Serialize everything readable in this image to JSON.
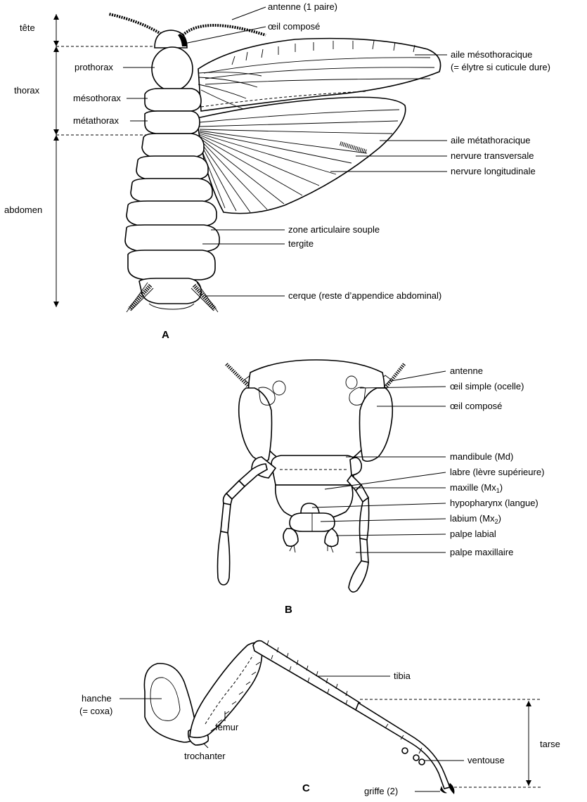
{
  "figure_a": {
    "label": "A",
    "regions": {
      "tete": "tête",
      "thorax": "thorax",
      "abdomen": "abdomen"
    },
    "left_labels": {
      "prothorax": "prothorax",
      "mesothorax": "mésothorax",
      "metathorax": "métathorax"
    },
    "right_labels": {
      "antenne": "antenne (1 paire)",
      "oeil": "œil composé",
      "aile_meso_1": "aile mésothoracique",
      "aile_meso_2": "(= élytre si cuticule dure)",
      "aile_meta": "aile métathoracique",
      "nervure_transversale": "nervure transversale",
      "nervure_longitudinale": "nervure longitudinale",
      "zone_articulaire": "zone articulaire souple",
      "tergite": "tergite",
      "cerque": "cerque (reste d’appendice abdominal)"
    }
  },
  "figure_b": {
    "label": "B",
    "labels": {
      "antenne": "antenne",
      "oeil_simple": "œil simple (ocelle)",
      "oeil_compose": "œil composé",
      "mandibule": "mandibule (Md)",
      "labre": "labre (lèvre supérieure)",
      "maxille": "maxille (Mx",
      "maxille_sub": "1",
      "maxille_end": ")",
      "hypopharynx": "hypopharynx (langue)",
      "labium": "labium (Mx",
      "labium_sub": "2",
      "labium_end": ")",
      "palpe_labial": "palpe labial",
      "palpe_maxillaire": "palpe maxillaire"
    }
  },
  "figure_c": {
    "label": "C",
    "labels": {
      "hanche_1": "hanche",
      "hanche_2": "(= coxa)",
      "femur": "fémur",
      "trochanter": "trochanter",
      "tibia": "tibia",
      "tarse": "tarse",
      "ventouse": "ventouse",
      "griffe": "griffe (2)"
    }
  }
}
